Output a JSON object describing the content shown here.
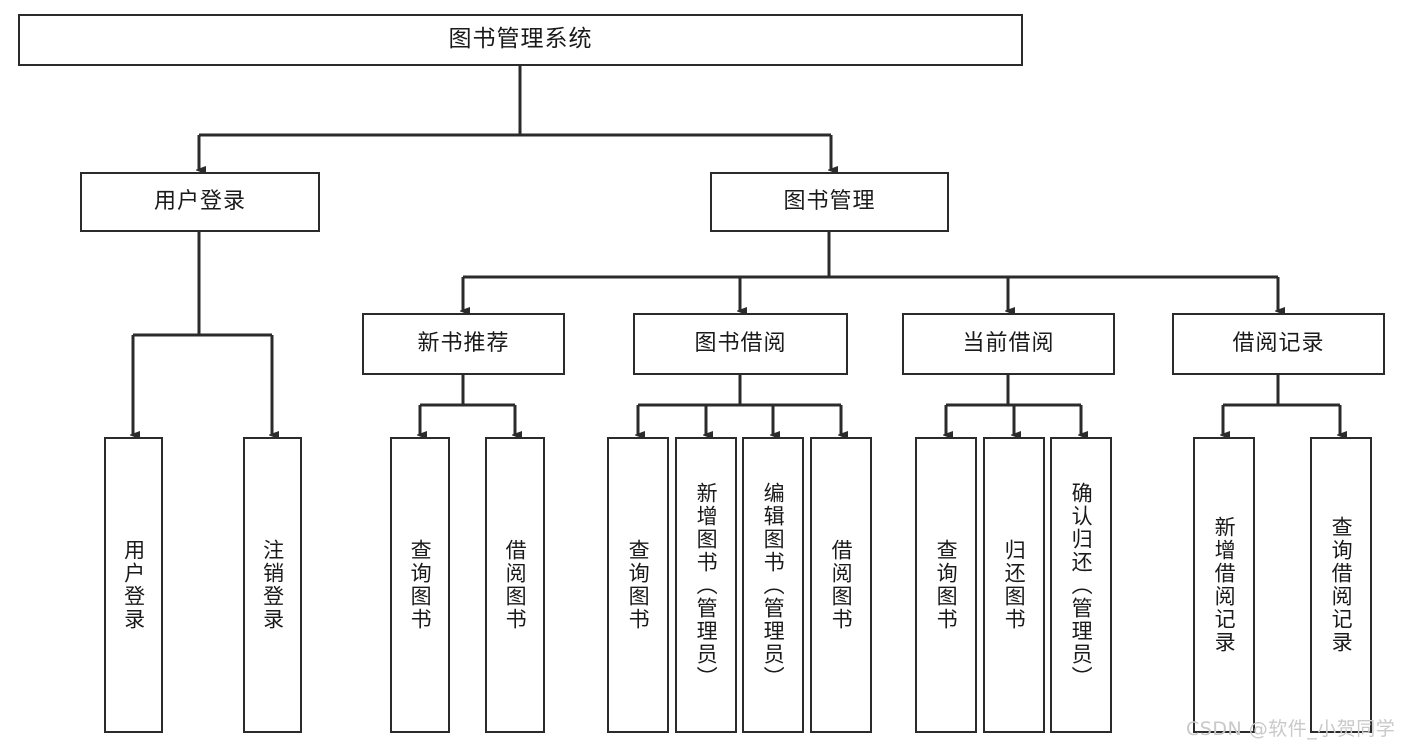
{
  "diagram": {
    "title": "图书管理系统",
    "type": "hierarchy-tree",
    "root": {
      "id": "root",
      "label": "图书管理系统"
    },
    "level1": [
      {
        "id": "user-login",
        "label": "用户登录"
      },
      {
        "id": "book-management",
        "label": "图书管理"
      }
    ],
    "level2": [
      {
        "id": "new-book-recommend",
        "label": "新书推荐",
        "parent": "book-management"
      },
      {
        "id": "book-borrow",
        "label": "图书借阅",
        "parent": "book-management"
      },
      {
        "id": "current-borrow",
        "label": "当前借阅",
        "parent": "book-management"
      },
      {
        "id": "borrow-record",
        "label": "借阅记录",
        "parent": "book-management"
      }
    ],
    "leaves": [
      {
        "id": "leaf-user-login",
        "label": "用户登录",
        "parent": "user-login"
      },
      {
        "id": "leaf-logout-login",
        "label": "注销登录",
        "parent": "user-login"
      },
      {
        "id": "leaf-query-book-1",
        "label": "查询图书",
        "parent": "new-book-recommend"
      },
      {
        "id": "leaf-borrow-book-1",
        "label": "借阅图书",
        "parent": "new-book-recommend"
      },
      {
        "id": "leaf-query-book-2",
        "label": "查询图书",
        "parent": "book-borrow"
      },
      {
        "id": "leaf-add-book",
        "label": "新增图书（管理员）",
        "parent": "book-borrow"
      },
      {
        "id": "leaf-edit-book",
        "label": "编辑图书（管理员）",
        "parent": "book-borrow"
      },
      {
        "id": "leaf-borrow-book-2",
        "label": "借阅图书",
        "parent": "book-borrow"
      },
      {
        "id": "leaf-query-book-3",
        "label": "查询图书",
        "parent": "current-borrow"
      },
      {
        "id": "leaf-return-book",
        "label": "归还图书",
        "parent": "current-borrow"
      },
      {
        "id": "leaf-confirm-return",
        "label": "确认归还（管理员）",
        "parent": "current-borrow"
      },
      {
        "id": "leaf-add-record",
        "label": "新增借阅记录",
        "parent": "borrow-record"
      },
      {
        "id": "leaf-query-record",
        "label": "查询借阅记录",
        "parent": "borrow-record"
      }
    ],
    "watermark": "CSDN @软件_小贺同学",
    "colors": {
      "stroke": "#2b2b2b",
      "fill": "#ffffff",
      "text": "#1a1a1a",
      "watermark": "#c9c9c9"
    }
  }
}
